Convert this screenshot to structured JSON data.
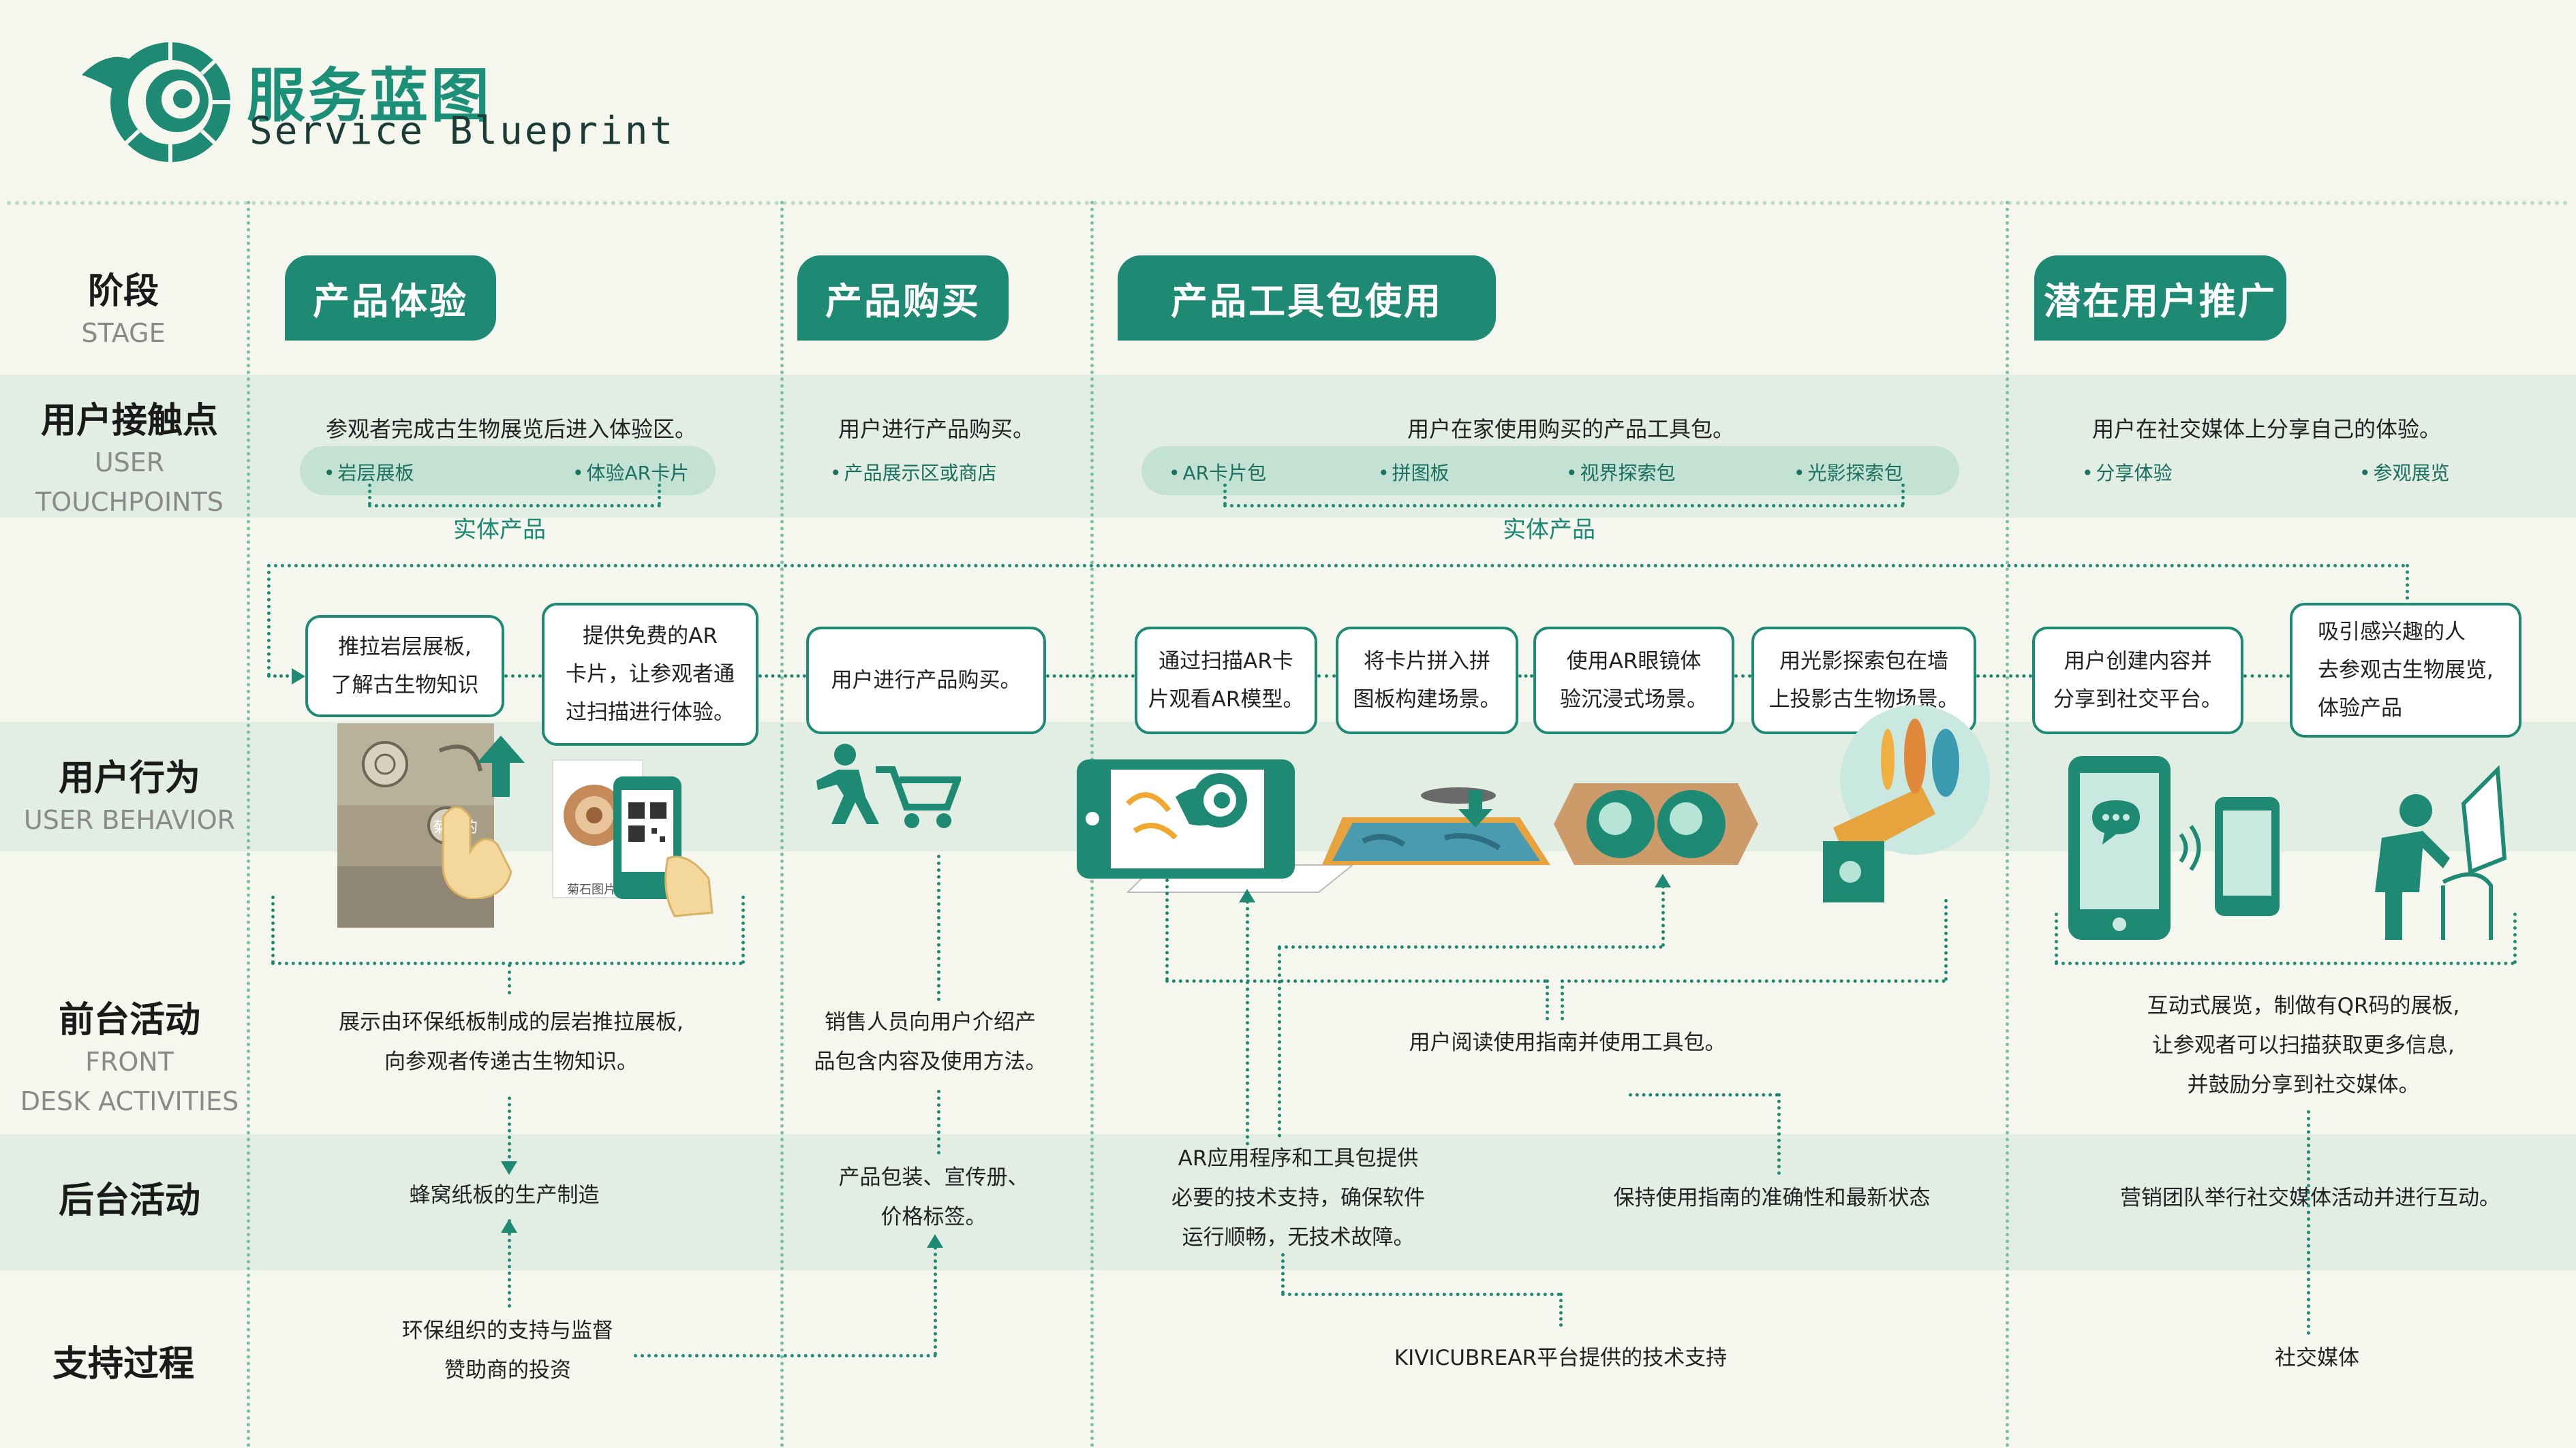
{
  "header": {
    "title_cn": "服务蓝图",
    "title_en": "Service Blueprint"
  },
  "rows": {
    "stage": {
      "cn": "阶段",
      "en": "STAGE"
    },
    "touchpoints": {
      "cn": "用户接触点",
      "en_line1": "USER",
      "en_line2": "TOUCHPOINTS"
    },
    "behavior": {
      "cn": "用户行为",
      "en": "USER BEHAVIOR"
    },
    "front": {
      "cn": "前台活动",
      "en_line1": "FRONT",
      "en_line2": "DESK ACTIVITIES"
    },
    "back": {
      "cn": "后台活动"
    },
    "support": {
      "cn": "支持过程"
    }
  },
  "stages": [
    {
      "label": "产品体验"
    },
    {
      "label": "产品购买"
    },
    {
      "label": "产品工具包使用"
    },
    {
      "label": "潜在用户推广"
    }
  ],
  "touchpoints": {
    "s1": {
      "desc": "参观者完成古生物展览后进入体验区。",
      "items": [
        "岩层展板",
        "体验AR卡片"
      ],
      "group_label": "实体产品"
    },
    "s2": {
      "desc": "用户进行产品购买。",
      "items": [
        "产品展示区或商店"
      ]
    },
    "s3": {
      "desc": "用户在家使用购买的产品工具包。",
      "items": [
        "AR卡片包",
        "拼图板",
        "视界探索包",
        "光影探索包"
      ],
      "group_label": "实体产品"
    },
    "s4": {
      "desc": "用户在社交媒体上分享自己的体验。",
      "items": [
        "分享体验",
        "参观展览"
      ]
    }
  },
  "behaviors": {
    "b1": {
      "line1": "推拉岩层展板,",
      "line2": "了解古生物知识"
    },
    "b2": {
      "line1": "提供免费的AR",
      "line2": "卡片，让参观者通",
      "line3": "过扫描进行体验。"
    },
    "b3": {
      "line1": "用户进行产品购买。"
    },
    "b4": {
      "line1": "通过扫描AR卡",
      "line2": "片观看AR模型。"
    },
    "b5": {
      "line1": "将卡片拼入拼",
      "line2": "图板构建场景。"
    },
    "b6": {
      "line1": "使用AR眼镜体",
      "line2": "验沉浸式场景。"
    },
    "b7": {
      "line1": "用光影探索包在墙",
      "line2": "上投影古生物场景。"
    },
    "b8": {
      "line1": "用户创建内容并",
      "line2": "分享到社交平台。"
    },
    "b9": {
      "line1": "吸引感兴趣的人",
      "line2": "去参观古生物展览,",
      "line3": "体验产品"
    }
  },
  "front": {
    "f1": {
      "line1": "展示由环保纸板制成的层岩推拉展板,",
      "line2": "向参观者传递古生物知识。"
    },
    "f2": {
      "line1": "销售人员向用户介绍产",
      "line2": "品包含内容及使用方法。"
    },
    "f3": {
      "line1": "用户阅读使用指南并使用工具包。"
    },
    "f4": {
      "line1": "互动式展览，制做有QR码的展板,",
      "line2": "让参观者可以扫描获取更多信息,",
      "line3": "并鼓励分享到社交媒体。"
    }
  },
  "back": {
    "k1": {
      "line1": "蜂窝纸板的生产制造"
    },
    "k2": {
      "line1": "产品包装、宣传册、",
      "line2": "价格标签。"
    },
    "k3": {
      "line1": "AR应用程序和工具包提供",
      "line2": "必要的技术支持，确保软件",
      "line3": "运行顺畅，无技术故障。"
    },
    "k4": {
      "line1": "保持使用指南的准确性和最新状态"
    },
    "k5": {
      "line1": "营销团队举行社交媒体活动并进行互动。"
    }
  },
  "support": {
    "p1": {
      "line1": "环保组织的支持与监督",
      "line2": "赞助商的投资"
    },
    "p2": {
      "line1": "KIVICUBREAR平台提供的技术支持"
    },
    "p3": {
      "line1": "社交媒体"
    }
  },
  "illustration_text": {
    "board_label": "菊石的",
    "card_caption": "菊石图片"
  },
  "colors": {
    "primary": "#1e8a74",
    "band": "#e2ede4",
    "background": "#f5f6ee",
    "pill": "#c4e2d3"
  }
}
